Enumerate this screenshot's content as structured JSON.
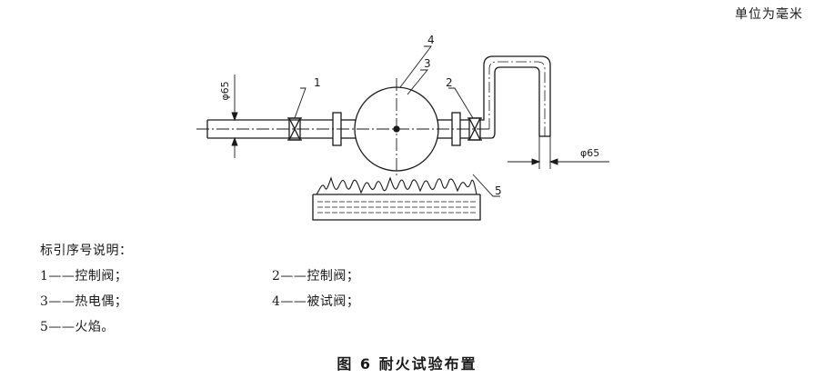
{
  "unit_note": "单位为毫米",
  "callouts": [
    "1",
    "2",
    "3",
    "4",
    "5"
  ],
  "dimensions": {
    "pipe_diameter_left": "φ65",
    "pipe_diameter_right": "φ65"
  },
  "legend": {
    "title": "标引序号说明：",
    "items": [
      {
        "text": "1——控制阀；"
      },
      {
        "text": "2——控制阀；"
      },
      {
        "text": "3——热电偶；"
      },
      {
        "text": "4——被试阀；"
      },
      {
        "text": "5——火焰。"
      }
    ]
  },
  "caption": "图 6   耐火试验布置"
}
